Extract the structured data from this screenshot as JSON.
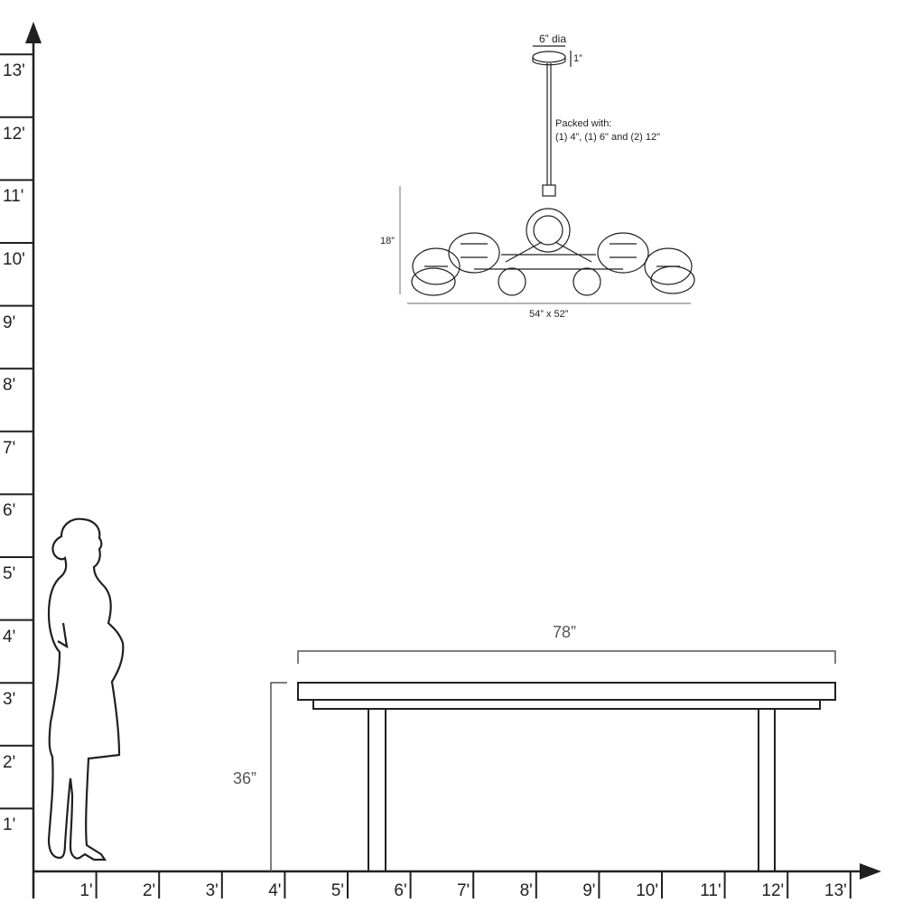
{
  "y_axis": {
    "labels": [
      "1'",
      "2'",
      "3'",
      "4'",
      "5'",
      "6'",
      "7'",
      "8'",
      "9'",
      "10'",
      "11'",
      "12'",
      "13'"
    ]
  },
  "x_axis": {
    "labels": [
      "1'",
      "2'",
      "3'",
      "4'",
      "5'",
      "6'",
      "7'",
      "8'",
      "9'",
      "10'",
      "11'",
      "12'",
      "13'"
    ]
  },
  "chandelier": {
    "canopy_diameter": "6” dia",
    "canopy_height": "1”",
    "packed_title": "Packed with:",
    "packed_detail": "(1) 4”, (1) 6\" and (2) 12\"",
    "height": "18”",
    "width": "54” x 52”"
  },
  "table": {
    "length": "78”",
    "height": "36”"
  },
  "colors": {
    "line": "#231f20",
    "dim": "#888888"
  }
}
